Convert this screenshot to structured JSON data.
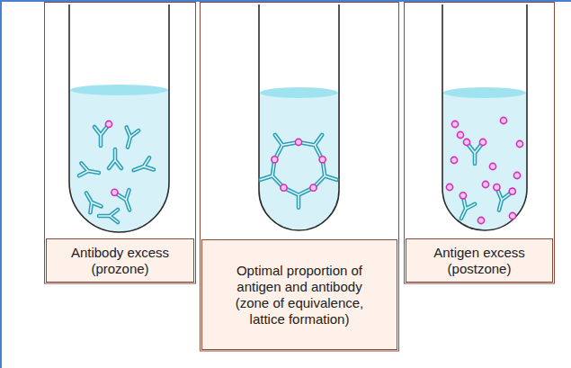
{
  "diagram": {
    "nodes": [
      {
        "text": [
          "Antibody excess",
          "(prozone)"
        ]
      },
      {
        "text": [
          "Optimal proportion of antigen and antibody",
          "(zone of equivalence, lattice formation)"
        ]
      },
      {
        "text": [
          "Antigen excess",
          "(postzone)"
        ]
      }
    ]
  }
}
